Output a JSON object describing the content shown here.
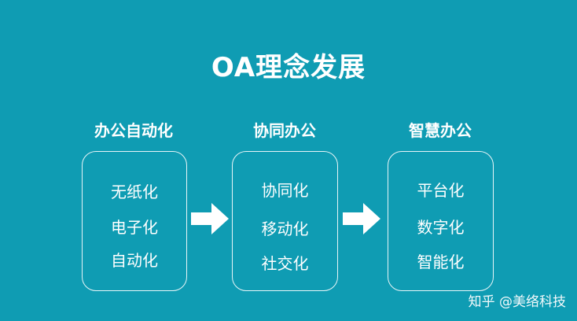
{
  "title": "OA理念发展",
  "columns": [
    {
      "heading": "办公自动化",
      "items": [
        "无纸化",
        "电子化",
        "自动化"
      ]
    },
    {
      "heading": "协同办公",
      "items": [
        "协同化",
        "移动化",
        "社交化"
      ]
    },
    {
      "heading": "智慧办公",
      "items": [
        "平台化",
        "数字化",
        "智能化"
      ]
    }
  ],
  "watermark": "知乎 @美络科技",
  "colors": {
    "background": "#0f9cb3",
    "foreground": "#ffffff"
  }
}
